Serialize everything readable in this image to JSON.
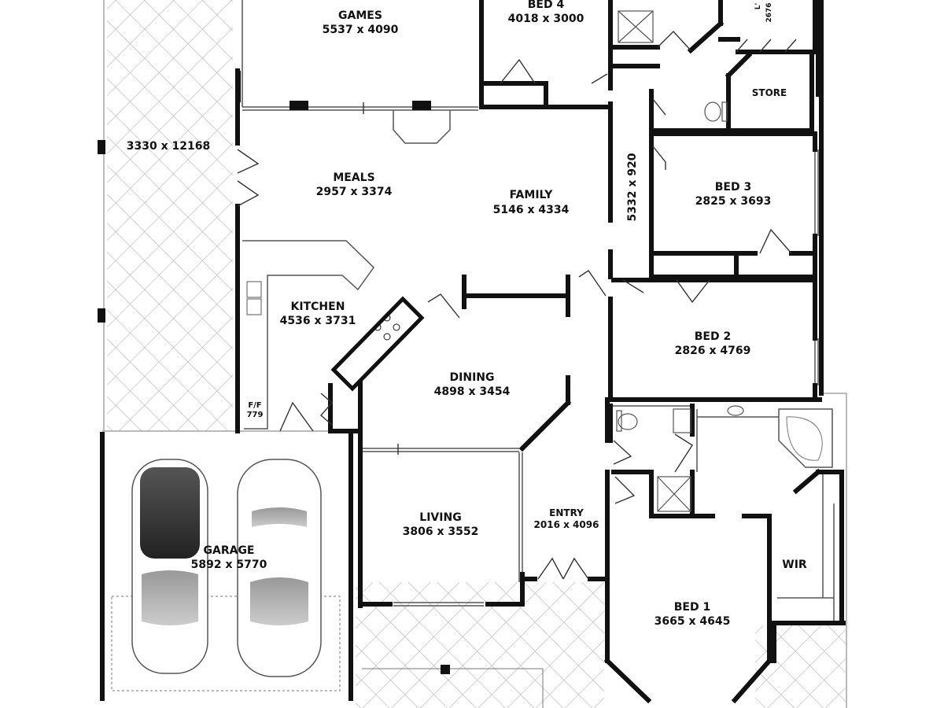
{
  "rooms": {
    "games": {
      "name": "GAMES",
      "size": "5537 x 4090"
    },
    "bed4": {
      "name": "BED 4",
      "size": "4018 x 3000"
    },
    "store": {
      "name": "STORE"
    },
    "side_yard": {
      "size": "3330 x 12168"
    },
    "meals": {
      "name": "MEALS",
      "size": "2957 x 3374"
    },
    "family": {
      "name": "FAMILY",
      "size": "5146 x 4334"
    },
    "hall": {
      "size": "5332 x 920"
    },
    "bed3": {
      "name": "BED 3",
      "size": "2825 x 3693"
    },
    "kitchen": {
      "name": "KITCHEN",
      "size": "4536 x 3731"
    },
    "bed2": {
      "name": "BED 2",
      "size": "2826 x 4769"
    },
    "dining": {
      "name": "DINING",
      "size": "4898 x 3454"
    },
    "ff": {
      "name": "F/F",
      "size": "779"
    },
    "garage": {
      "name": "GARAGE",
      "size": "5892 x 5770"
    },
    "living": {
      "name": "LIVING",
      "size": "3806 x 3552"
    },
    "entry": {
      "name": "ENTRY",
      "size": "2016 x 4096"
    },
    "wir": {
      "name": "WIR"
    },
    "bed1": {
      "name": "BED 1",
      "size": "3665 x 4645"
    },
    "corner": {
      "name": "L'",
      "size": "2676"
    }
  },
  "colors": {
    "wall": "#111111",
    "thin": "#555555",
    "hatch": "#b5b5b5"
  }
}
